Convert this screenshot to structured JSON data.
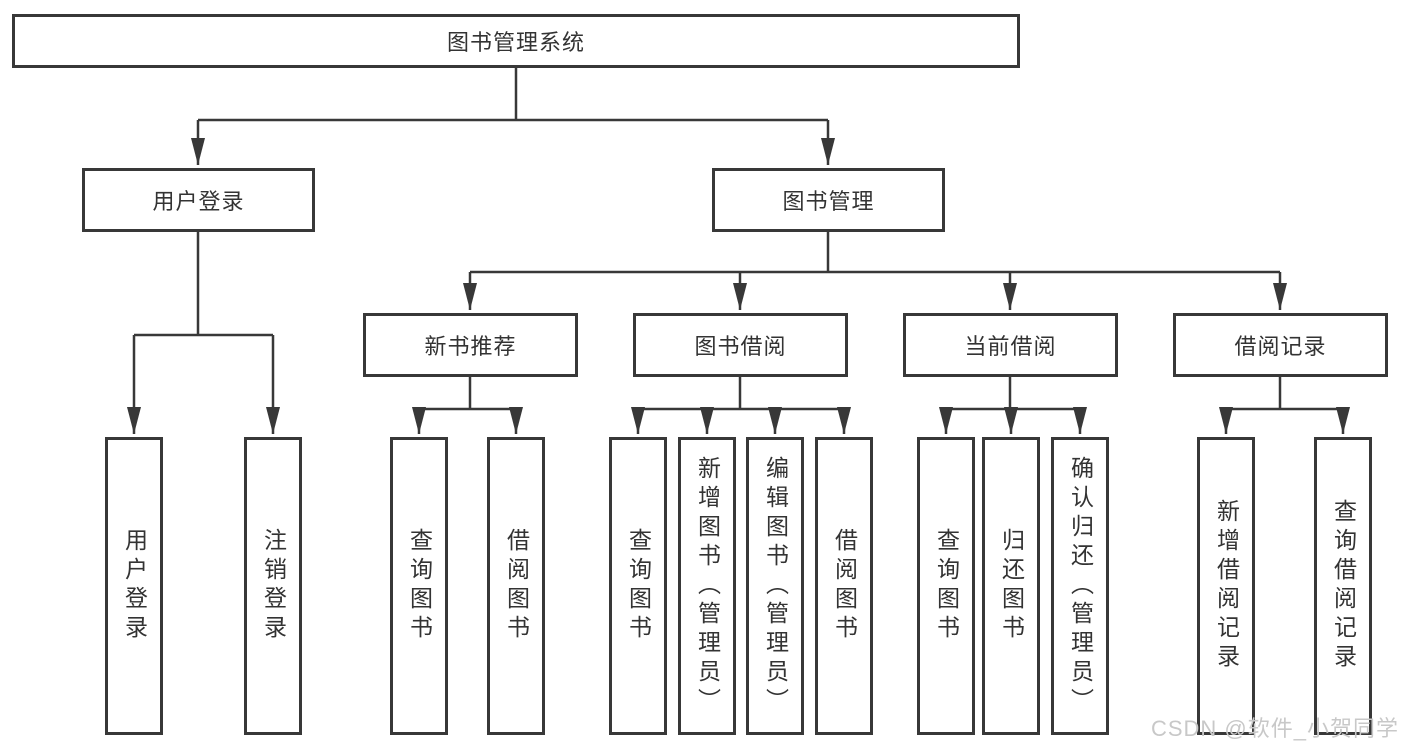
{
  "diagram": {
    "root": {
      "label": "图书管理系统"
    },
    "branches": [
      {
        "label": "用户登录",
        "children": [
          {
            "label": "用户登录"
          },
          {
            "label": "注销登录"
          }
        ]
      },
      {
        "label": "图书管理",
        "sections": [
          {
            "label": "新书推荐",
            "children": [
              {
                "label": "查询图书"
              },
              {
                "label": "借阅图书"
              }
            ]
          },
          {
            "label": "图书借阅",
            "children": [
              {
                "label": "查询图书"
              },
              {
                "label": "新增图书（管理员）"
              },
              {
                "label": "编辑图书（管理员）"
              },
              {
                "label": "借阅图书"
              }
            ]
          },
          {
            "label": "当前借阅",
            "children": [
              {
                "label": "查询图书"
              },
              {
                "label": "归还图书"
              },
              {
                "label": "确认归还（管理员）"
              }
            ]
          },
          {
            "label": "借阅记录",
            "children": [
              {
                "label": "新增借阅记录"
              },
              {
                "label": "查询借阅记录"
              }
            ]
          }
        ]
      }
    ]
  },
  "watermark": {
    "text": "CSDN @软件_小贺同学"
  },
  "colors": {
    "line": "#383838",
    "text": "#333333",
    "background": "#ffffff",
    "watermark": "#c8c8c8"
  }
}
